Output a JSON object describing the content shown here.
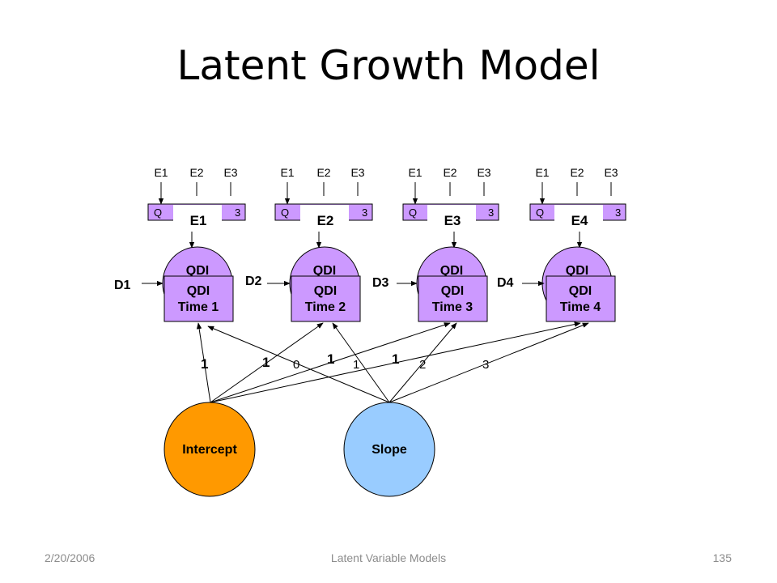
{
  "slide": {
    "title": "Latent Growth Model"
  },
  "diagram": {
    "groups": [
      {
        "errors": [
          "E1",
          "E2",
          "E3"
        ],
        "box_left": "Q",
        "box_right": "3",
        "circle_label": "E1",
        "latent_partial": "QDI",
        "disturbance": "D1",
        "indicator_line1": "QDI",
        "indicator_line2": "Time 1"
      },
      {
        "errors": [
          "E1",
          "E2",
          "E3"
        ],
        "box_left": "Q",
        "box_right": "3",
        "circle_label": "E2",
        "latent_partial": "QDI",
        "disturbance": "D2",
        "indicator_line1": "QDI",
        "indicator_line2": "Time 2"
      },
      {
        "errors": [
          "E1",
          "E2",
          "E3"
        ],
        "box_left": "Q",
        "box_right": "3",
        "circle_label": "E3",
        "latent_partial": "QDI",
        "disturbance": "D3",
        "indicator_line1": "QDI",
        "indicator_line2": "Time 3"
      },
      {
        "errors": [
          "E1",
          "E2",
          "E3"
        ],
        "box_left": "Q",
        "box_right": "3",
        "circle_label": "E4",
        "latent_partial": "QDI",
        "disturbance": "D4",
        "indicator_line1": "QDI",
        "indicator_line2": "Time 4"
      }
    ],
    "intercept": {
      "label": "Intercept",
      "color": "#ff9900"
    },
    "slope": {
      "label": "Slope",
      "color": "#99ccff"
    },
    "node_fill": "#cc99ff",
    "path_labels": {
      "intercept_1": "1",
      "intercept_2": "1",
      "intercept_3": "1",
      "intercept_4": "1",
      "slope_0": "0",
      "slope_1": "1",
      "slope_2": "2",
      "slope_3": "3"
    }
  },
  "footer": {
    "date": "2/20/2006",
    "center": "Latent Variable Models",
    "page": "135"
  }
}
